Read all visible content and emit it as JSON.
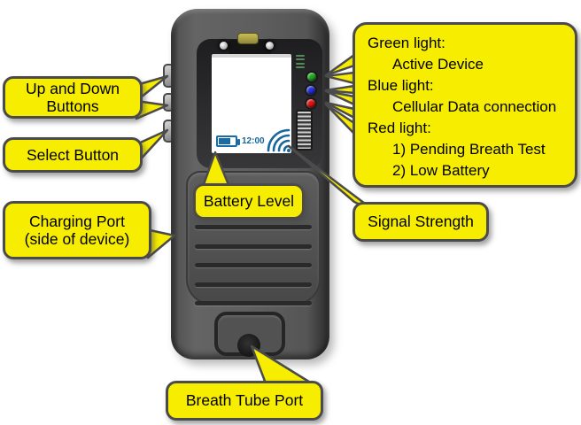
{
  "colors": {
    "callout_fill": "#F6ED00",
    "callout_border": "#4B4B4B",
    "screen_accent_blue": "#1B6BA5",
    "led_green": "#1FA81F",
    "led_blue": "#2430DC",
    "led_red": "#E01414"
  },
  "callouts": {
    "up_down": {
      "lines": [
        "Up and Down",
        "Buttons"
      ]
    },
    "select": {
      "label": "Select Button"
    },
    "charging": {
      "lines": [
        "Charging Port",
        "(side of device)"
      ]
    },
    "battery": {
      "label": "Battery Level"
    },
    "signal": {
      "label": "Signal Strength"
    },
    "breath": {
      "label": "Breath Tube Port"
    },
    "lights": {
      "lines": [
        {
          "text": "Green light:",
          "indent": false
        },
        {
          "text": "Active Device",
          "indent": true
        },
        {
          "text": "Blue light:",
          "indent": false
        },
        {
          "text": "Cellular Data connection",
          "indent": true
        },
        {
          "text": "Red light:",
          "indent": false
        },
        {
          "text": "1) Pending Breath Test",
          "indent": true
        },
        {
          "text": "2) Low Battery",
          "indent": true
        }
      ]
    }
  },
  "device": {
    "screen": {
      "time": "12:00",
      "icons": {
        "battery": "battery-icon",
        "signal": "signal-strength-icon"
      }
    },
    "leds": [
      {
        "name": "green-led",
        "color": "#1FA81F"
      },
      {
        "name": "blue-led",
        "color": "#2430DC"
      },
      {
        "name": "red-led",
        "color": "#E01414"
      }
    ]
  }
}
